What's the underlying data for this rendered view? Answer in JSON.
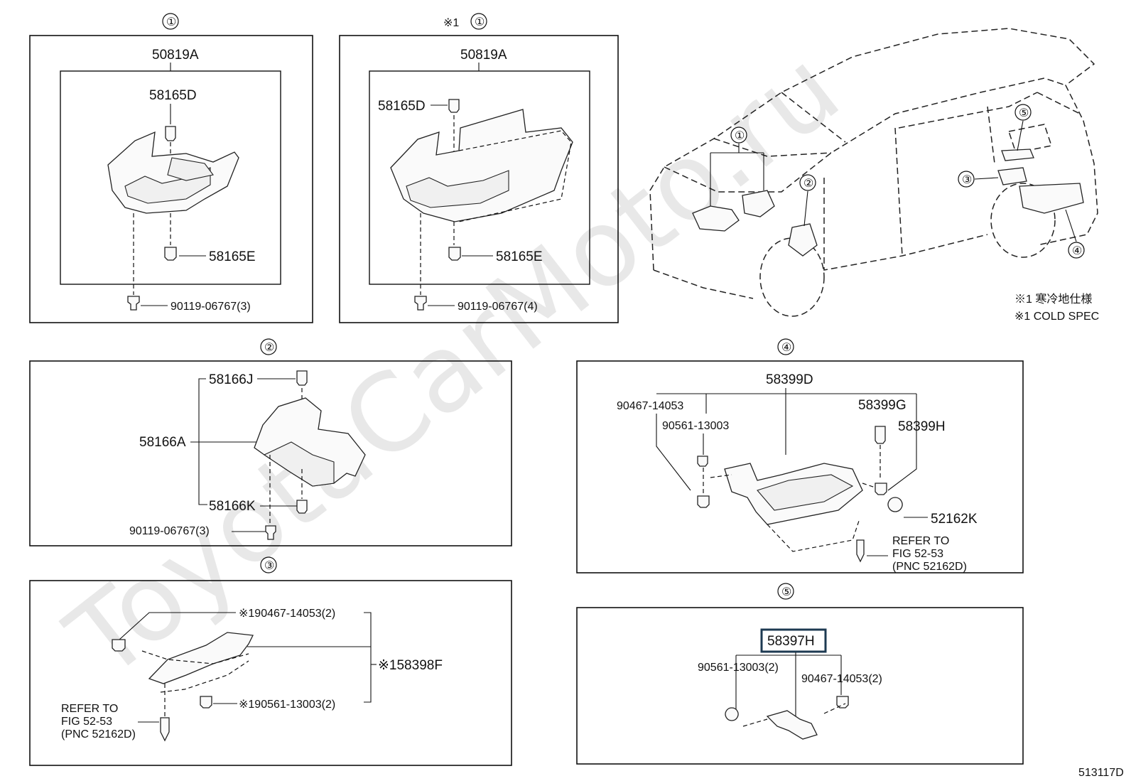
{
  "watermark": "ToyotaCarMoto.ru",
  "figure_id": "513117D",
  "note": {
    "line1": "※1 寒冷地仕様",
    "line2": "※1 COLD SPEC"
  },
  "car_callouts": [
    "①",
    "②",
    "③",
    "④",
    "⑤"
  ],
  "panels": {
    "p1": {
      "number": "①",
      "parts": {
        "a": "50819A",
        "b": "58165D",
        "c": "58165E",
        "d": "90119-06767(3)"
      }
    },
    "p1b": {
      "prefix": "※1",
      "number": "①",
      "parts": {
        "a": "50819A",
        "b": "58165D",
        "c": "58165E",
        "d": "90119-06767(4)"
      }
    },
    "p2": {
      "number": "②",
      "parts": {
        "a": "58166J",
        "b": "58166A",
        "c": "58166K",
        "d": "90119-06767(3)"
      }
    },
    "p3": {
      "number": "③",
      "parts": {
        "a": "※190467-14053(2)",
        "b": "※158398F",
        "c": "※190561-13003(2)",
        "refer1": "REFER TO",
        "refer2": "FIG 52-53",
        "refer3": "(PNC 52162D)"
      }
    },
    "p4": {
      "number": "④",
      "parts": {
        "a": "58399D",
        "b": "90467-14053",
        "c": "90561-13003",
        "d": "58399G",
        "e": "58399H",
        "f": "52162K",
        "refer1": "REFER TO",
        "refer2": "FIG 52-53",
        "refer3": "(PNC 52162D)"
      }
    },
    "p5": {
      "number": "⑤",
      "parts": {
        "a": "58397H",
        "b": "90561-13003(2)",
        "c": "90467-14053(2)"
      }
    }
  }
}
